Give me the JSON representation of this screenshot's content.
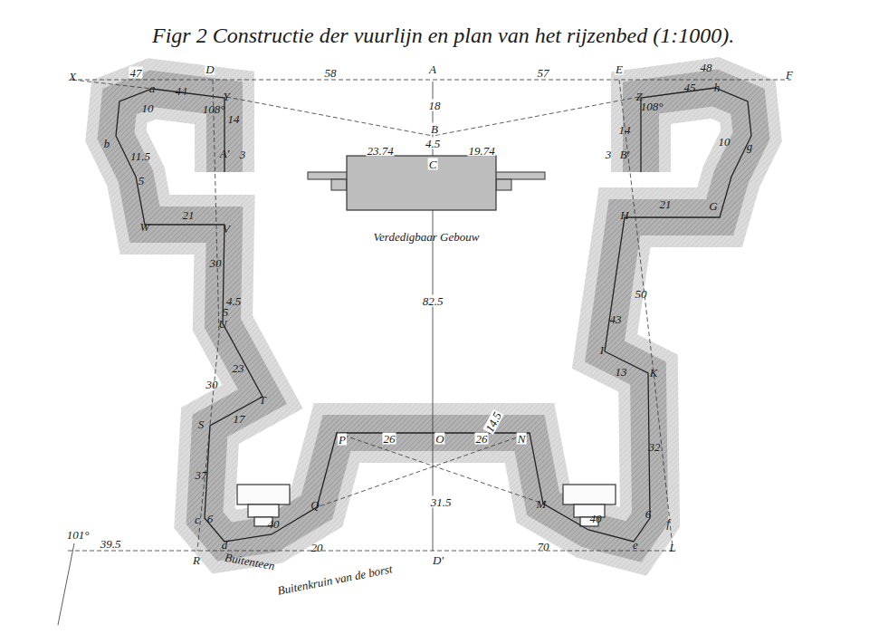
{
  "diagram": {
    "title": "Figr 2 Constructie der vuurlijn en plan van het rijzenbed (1:1000).",
    "nodes": [
      {
        "text": [
          "Verdedigbaar Gebouw"
        ]
      }
    ],
    "labels": [
      "X",
      "47",
      "D",
      "58",
      "A",
      "57",
      "E",
      "48",
      "F",
      "a",
      "44",
      "Y",
      "18",
      "Z",
      "45",
      "h",
      "10",
      "108°",
      "14",
      "108°",
      "14",
      "B",
      "10",
      "g",
      "4.5",
      "C",
      "23.74",
      "19.74",
      "A'",
      "3",
      "3",
      "B'",
      "b",
      "11.5",
      "5",
      "W",
      "21",
      "V",
      "H",
      "21",
      "G",
      "30",
      "50",
      "82.5",
      "4.5",
      "5",
      "U",
      "43",
      "I",
      "23",
      "13",
      "K",
      "30",
      "T",
      "17",
      "S",
      "32",
      "P",
      "26",
      "O",
      "26",
      "N",
      "14.5",
      "37",
      "Q",
      "31.5",
      "M",
      "c",
      "6",
      "40",
      "40",
      "6",
      "f",
      "101°",
      "39.5",
      "d",
      "20",
      "70",
      "e",
      "L",
      "D'",
      "R",
      "Buitenteen",
      "Buitenkruin van de borst"
    ]
  }
}
